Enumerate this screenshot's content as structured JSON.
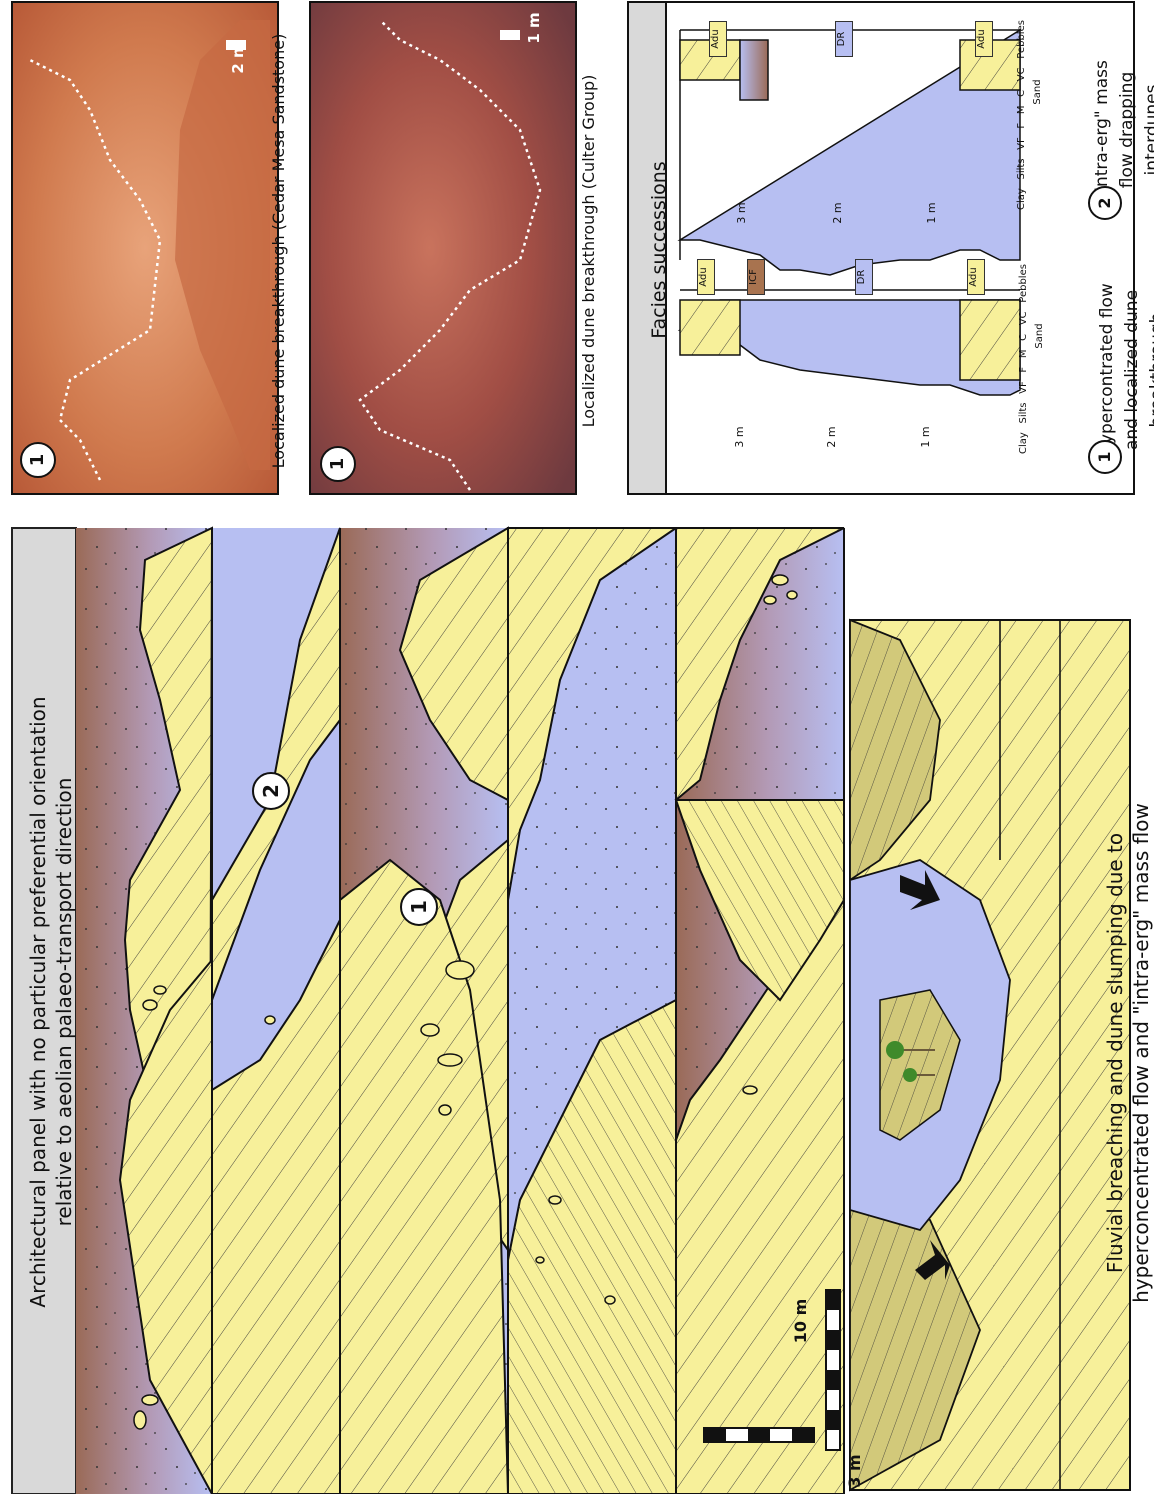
{
  "panel": {
    "title_line1": "Architectural panel with no particular preferential orientation",
    "title_line2": "relative to aeolian palaeo-transport direction",
    "marker_1": "1",
    "marker_2": "2",
    "scale_h": "10 m",
    "scale_v": "3 m"
  },
  "block": {
    "caption_line1": "Fluvial breaching and dune slumping due to",
    "caption_line2": "hyperconcentrated flow and \"intra-erg\" mass flow"
  },
  "photo1": {
    "caption": "Localized dune breakthrough (Cedar Mesa Sandstone)",
    "marker": "1",
    "scale": "2 m"
  },
  "photo2": {
    "caption": "Localized dune breakthrough (Culter Group)",
    "marker": "1",
    "scale": "1 m"
  },
  "facies": {
    "title": "Facies successions",
    "log1": {
      "marker": "1",
      "caption_line1": "Hypercontrated flow",
      "caption_line2": "and localized dune",
      "caption_line3": "breakthrough",
      "badges": [
        "Adu",
        "ICF",
        "DR",
        "Adu"
      ]
    },
    "log2": {
      "marker": "2",
      "caption_line1": "\"Intra-erg\" mass",
      "caption_line2": "flow drapping",
      "caption_line3": "interdunes",
      "badges": [
        "Adu",
        "DR",
        "Adu"
      ]
    },
    "depth_ticks": [
      "3 m",
      "2 m",
      "1 m"
    ],
    "grain_sizes": [
      "Clay",
      "Silts",
      "VF",
      "F",
      "M",
      "C",
      "VC",
      "Pebbles"
    ],
    "sand_label": "Sand"
  },
  "colors": {
    "sand": "#f7f09a",
    "water": "#b7bff2",
    "mud": "#9a6a57",
    "header": "#d9d9d9",
    "icf": "#a8734f"
  }
}
